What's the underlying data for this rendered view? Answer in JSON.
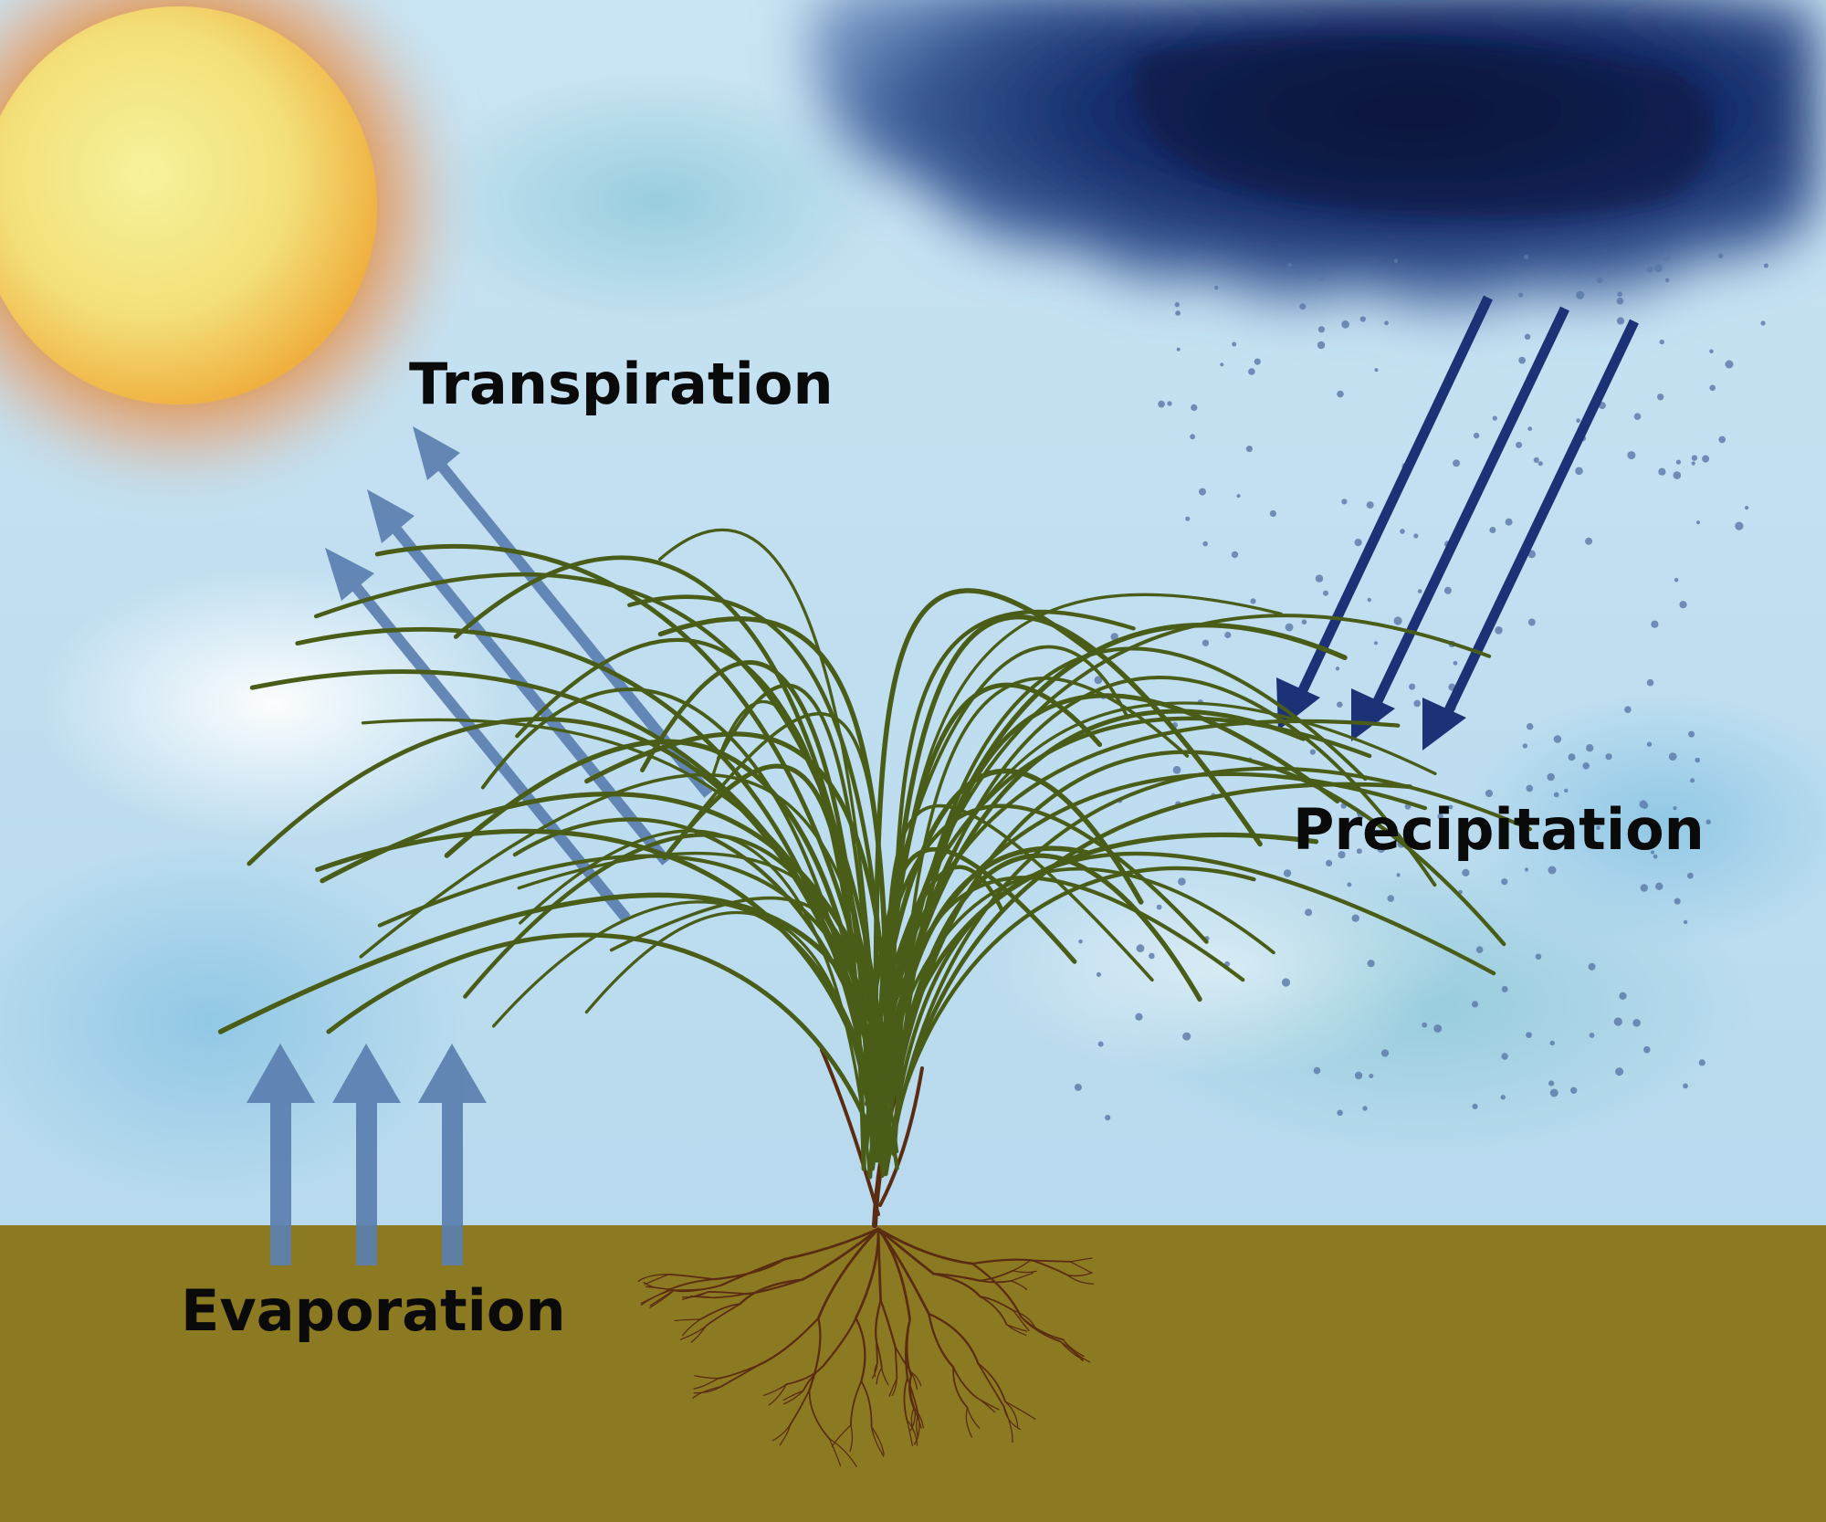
{
  "labels": {
    "transpiration": "Transpiration",
    "precipitation": "Precipitation",
    "evaporation": "Evaporation"
  },
  "colors": {
    "sky": "#c3e1f1",
    "sun_core": "#f4ee8a",
    "sun_rim": "#f0b63c",
    "sun_halo": "#e08a30",
    "cloud": "#0a1848",
    "ground": "#8c7a22",
    "leaf": "#4a5d18",
    "roots": "#5a2c12",
    "up_arrows": "#5b7fb0",
    "rain_arrows": "#1c3276",
    "rain_drops": "#5a78a8"
  }
}
